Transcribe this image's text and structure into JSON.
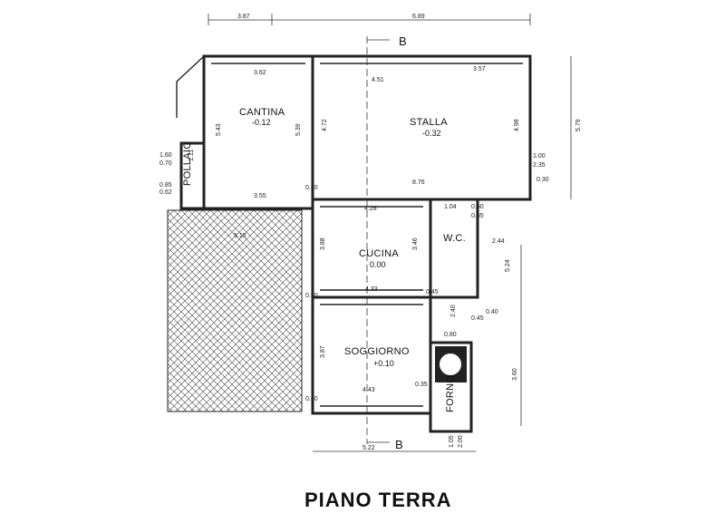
{
  "title": "PIANO TERRA",
  "section_marker": "B",
  "rooms": {
    "cantina": {
      "name": "CANTINA",
      "level": "-0.12"
    },
    "stalla": {
      "name": "STALLA",
      "level": "-0.32"
    },
    "cucina": {
      "name": "CUCINA",
      "level": "0.00"
    },
    "soggiorno": {
      "name": "SOGGIORNO",
      "level": "+0.10"
    },
    "wc": {
      "name": "W.C."
    },
    "pollaio": {
      "name": "POLLAIO"
    },
    "forno": {
      "name": "FORNO"
    }
  },
  "dimensions": {
    "top_left": "3.87",
    "top_right": "6.89",
    "bottom": "5.22",
    "cantina_w": "3.62",
    "stalla_w": "3.57",
    "stalla_h": "4.98",
    "stalla_in": "4.72",
    "stalla_depth": "8.76",
    "cucina_w": "4.28",
    "cucina_h": "3.88",
    "cucina_h2": "3.46",
    "cucina_low": "4.33",
    "sogg_w": "4.43",
    "sogg_h": "3.87",
    "right_h": "5.79",
    "right_low": "3.60",
    "right_mid": "5.24",
    "court": "5.15",
    "cantina_in": "3.55",
    "d050": "0.50",
    "d030": "0.30",
    "d100": "1.00",
    "d235": "2.35",
    "d244": "2.44",
    "d104": "1.04",
    "d070": "0.70",
    "d160": "1.60",
    "d085": "0.85",
    "d062": "0.62",
    "d045": "0.45",
    "d040": "0.40",
    "d080": "0.80",
    "d035": "0.35",
    "d240": "2.40",
    "d055": "0.55",
    "d105": "1.05",
    "d200": "2.00",
    "d451": "4.51",
    "d543": "5.43",
    "d539": "5.39",
    "d111": "1.11"
  }
}
